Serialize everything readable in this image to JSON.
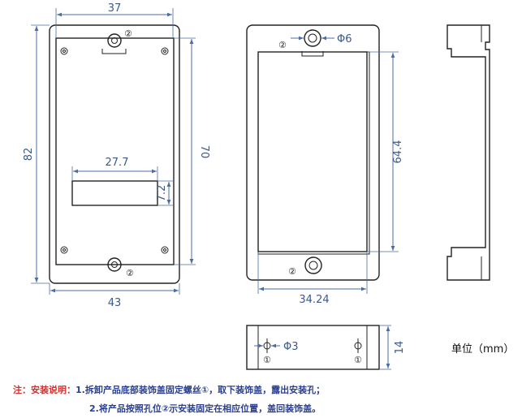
{
  "front_view": {
    "width_top": "37",
    "width_bottom": "43",
    "height_outer": "82",
    "height_inner": "70",
    "window_width": "27.7",
    "window_height": "7.2",
    "marker_top": "②",
    "marker_bottom": "②"
  },
  "cover_view": {
    "hole_diameter": "Φ6",
    "inner_height": "64.4",
    "inner_width": "34.24",
    "marker_top": "②",
    "marker_bottom": "②"
  },
  "side_view": {
    "hole_diameter": "Φ3",
    "height": "14",
    "marker_left": "①",
    "marker_right": "①"
  },
  "unit": "单位（mm）",
  "notes": {
    "lead": "注：安装说明：",
    "line1": "1.拆卸产品底部装饰盖固定螺丝①，取下装饰盖，露出安装孔；",
    "line2": "2.将产品按照孔位②示安装固定在相应位置，盖回装饰盖。"
  }
}
